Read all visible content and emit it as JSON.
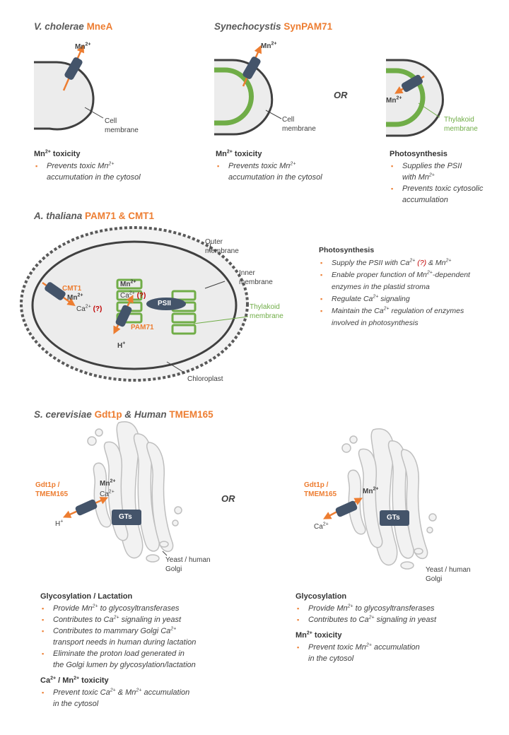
{
  "sections": {
    "vcholerae": {
      "organism": "V. cholerae",
      "protein": "MneA"
    },
    "synechocystis": {
      "organism": "Synechocystis",
      "protein": "SynPAM71"
    },
    "athaliana": {
      "organism": "A. thaliana",
      "protein": "PAM71 & CMT1"
    },
    "scerevisiae": {
      "organism1": "S. cerevisiae",
      "protein1": "Gdt1p",
      "joiner": "&",
      "organism2": "Human",
      "protein2": "TMEM165"
    }
  },
  "labels": {
    "mn": "Mn",
    "ca": "Ca",
    "h": "H",
    "charge2": "2+",
    "charge1": "+",
    "question": "(?)",
    "cell": "Cell",
    "membrane": "membrane",
    "thylakoid": "Thylakoid",
    "or": "OR",
    "outer": "Outer",
    "inner": "Inner",
    "chloroplast": "Chloroplast",
    "cmt1": "CMT1",
    "pam71": "PAM71",
    "psii": "PSII",
    "gts": "GTs",
    "gdt1p": "Gdt1p /",
    "tmem165": "TMEM165",
    "yeast_human": "Yeast / human",
    "golgi": "Golgi"
  },
  "text": {
    "mn_toxicity": " toxicity",
    "prevents_toxic": "Prevents toxic ",
    "accum_cytosol": "accumutation in the cytosol",
    "photosynthesis": "Photosynthesis",
    "supplies_psii": "Supplies the PSII",
    "with": "with ",
    "prevents_cytosolic": "Prevents toxic cytosolic",
    "accumulation": "accumulation",
    "supply_psii_with": "Supply the PSII with ",
    "amp": " & ",
    "enable": "Enable proper function of ",
    "dependent": "-dependent",
    "enzymes_stroma": "enzymes in the plastid stroma",
    "regulate": "Regulate ",
    "signaling": " signaling",
    "maintain": "Maintain the ",
    "regulation_of": " regulation of enzymes",
    "involved": "involved in photosynthesis",
    "glyco_lact": "Glycosylation  / Lactation",
    "glycosylation": "Glycosylation",
    "provide": "Provide ",
    "to_gts": " to glycosyltransferases",
    "contributes_to": "Contributes to ",
    "signaling_yeast": " signaling in yeast",
    "contrib_mammary": "Contributes to mammary Golgi ",
    "transport_needs": "transport needs in human during lactation",
    "eliminate": "Eliminate the proton load generated  in",
    "golgi_lumen": "the Golgi lumen by glycosylation/lactation",
    "ca_slash": " / ",
    "toxicity": " toxicity",
    "prevent_toxic": "Prevent toxic ",
    "accumulation_space": " accumulation",
    "in_cytosol": "in the cytosol"
  },
  "colors": {
    "orange": "#ed7d31",
    "green": "#70ad47",
    "transporter": "#44546a",
    "red": "#c00000"
  }
}
